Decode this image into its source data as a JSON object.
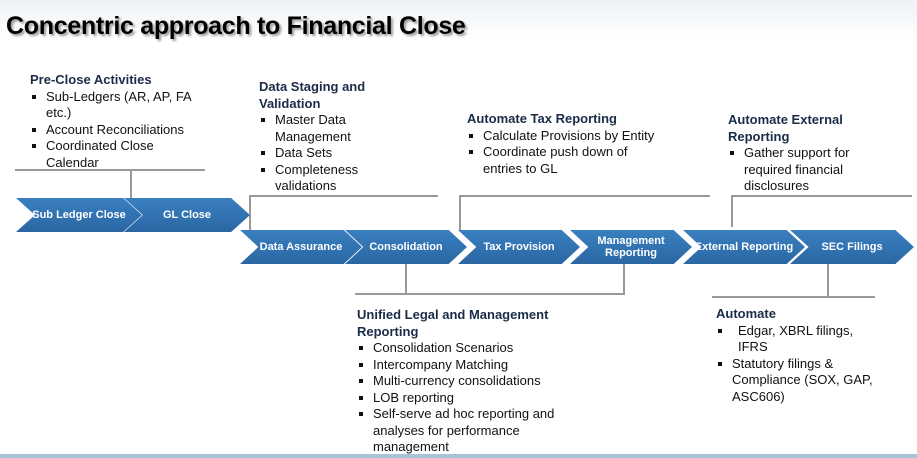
{
  "title": "Concentric approach to Financial Close",
  "blocks": {
    "preclose": {
      "heading": "Pre-Close Activities",
      "items": [
        "Sub-Ledgers (AR, AP, FA etc.)",
        "Account Reconciliations",
        "Coordinated Close Calendar"
      ]
    },
    "staging": {
      "heading": "Data Staging and Validation",
      "items": [
        "Master Data Management",
        "Data Sets",
        "Completeness validations"
      ]
    },
    "tax": {
      "heading": "Automate Tax Reporting",
      "items": [
        "Calculate Provisions by Entity",
        "Coordinate push down of entries to GL"
      ]
    },
    "external": {
      "heading": "Automate External Reporting",
      "items": [
        "Gather support for required financial disclosures"
      ]
    },
    "unified": {
      "heading": "Unified Legal and Management Reporting",
      "items": [
        "Consolidation Scenarios",
        "Intercompany Matching",
        "Multi-currency consolidations",
        "LOB reporting",
        "Self-serve ad hoc reporting and analyses for performance management"
      ]
    },
    "automate": {
      "heading": "Automate",
      "items": [
        "Edgar, XBRL filings, IFRS",
        "Statutory filings & Compliance (SOX, GAP, ASC606)"
      ]
    }
  },
  "steps": [
    "Sub Ledger Close",
    "GL Close",
    "Data Assurance",
    "Consolidation",
    "Tax Provision",
    "Management Reporting",
    "External Reporting",
    "SEC Filings"
  ],
  "colors": {
    "chevron": "#2e6fae",
    "heading": "#1a2c48"
  }
}
